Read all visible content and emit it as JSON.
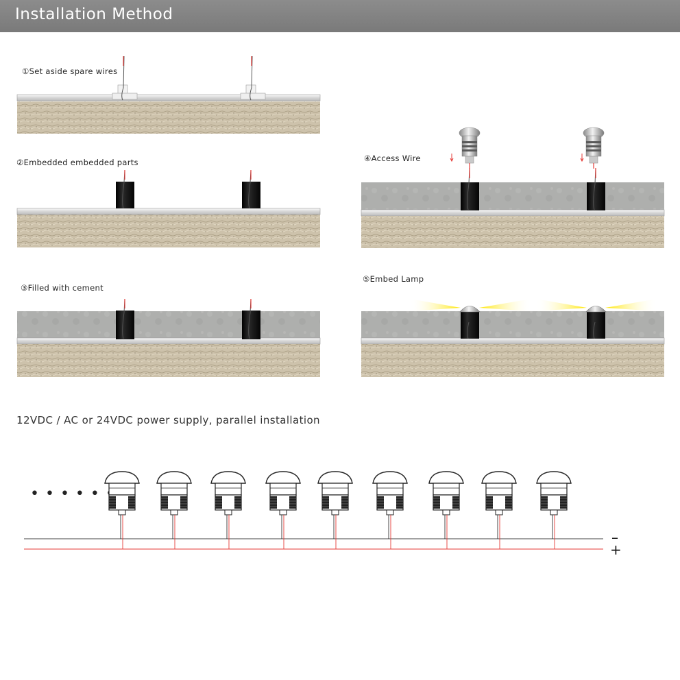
{
  "header": {
    "title": "Installation Method"
  },
  "steps": [
    {
      "label": "①Set aside spare wires"
    },
    {
      "label": "②Embedded embedded parts"
    },
    {
      "label": "③Filled with cement"
    },
    {
      "label": "④Access Wire"
    },
    {
      "label": "⑤Embed Lamp"
    }
  ],
  "wiring": {
    "caption": "12VDC / AC or 24VDC power supply, parallel installation",
    "ellipsis": "• • • • • •",
    "lamp_count": 9,
    "negative_symbol": "–",
    "positive_symbol": "+"
  },
  "colors": {
    "header_bg": "#808080",
    "wire_red": "#e53935",
    "cement": "#a9aaa8",
    "soil": "#cbbfa8",
    "sleeve": "#151515",
    "light_beam": "#ffe600"
  }
}
